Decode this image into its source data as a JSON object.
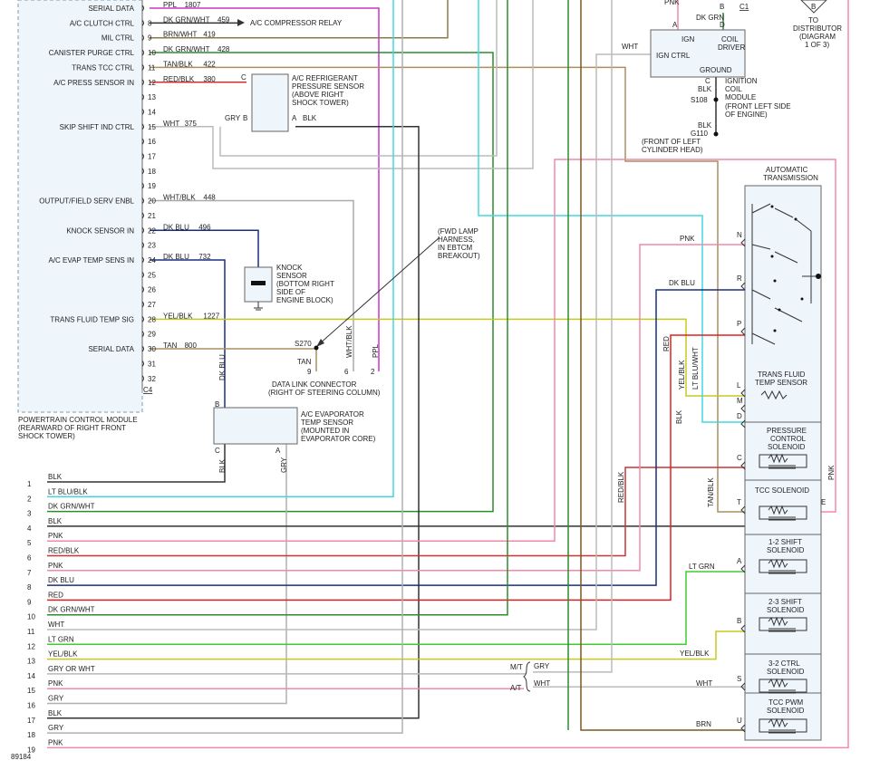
{
  "colors": {
    "PPL": "#cc33cc",
    "DK GRN/WHT": "#2e8b2e",
    "BRN/WHT": "#8b7a4a",
    "DK GRN": "#2e8b2e",
    "TAN/BLK": "#a89060",
    "RED/BLK": "#cc3333",
    "WHT": "#bbbbbb",
    "WHT/BLK": "#aaaaaa",
    "DK BLU": "#1a2e80",
    "YEL/BLK": "#c8c820",
    "TAN": "#a89060",
    "BLK": "#333333",
    "LT BLU/BLK": "#40d8e0",
    "PNK": "#f08aa8",
    "RED": "#e02020",
    "LT GRN": "#40cc30",
    "GRY": "#b0b0b0",
    "GRY OR WHT": "#b8b8b8",
    "BRN": "#7a5a20",
    "box": "#eef5fb",
    "boxStroke": "#666666",
    "dash": "#7a9cb8",
    "text": "#222222"
  },
  "pcm": {
    "pins": [
      {
        "n": "",
        "func": "SERIAL DATA",
        "wire": "PPL",
        "circ": "1807"
      },
      {
        "n": "8",
        "func": "A/C CLUTCH CTRL",
        "wire": "DK GRN/WHT",
        "circ": "459"
      },
      {
        "n": "9",
        "func": "MIL CTRL",
        "wire": "BRN/WHT",
        "circ": "419"
      },
      {
        "n": "10",
        "func": "CANISTER PURGE CTRL",
        "wire": "DK GRN/WHT",
        "circ": "428"
      },
      {
        "n": "11",
        "func": "TRANS TCC CTRL",
        "wire": "TAN/BLK",
        "circ": "422"
      },
      {
        "n": "12",
        "func": "A/C PRESS SENSOR IN",
        "wire": "RED/BLK",
        "circ": "380"
      },
      {
        "n": "13",
        "func": "",
        "wire": "",
        "circ": ""
      },
      {
        "n": "14",
        "func": "",
        "wire": "",
        "circ": ""
      },
      {
        "n": "15",
        "func": "SKIP SHIFT IND CTRL",
        "wire": "WHT",
        "circ": "375"
      },
      {
        "n": "16",
        "func": "",
        "wire": "",
        "circ": ""
      },
      {
        "n": "17",
        "func": "",
        "wire": "",
        "circ": ""
      },
      {
        "n": "18",
        "func": "",
        "wire": "",
        "circ": ""
      },
      {
        "n": "19",
        "func": "",
        "wire": "",
        "circ": ""
      },
      {
        "n": "20",
        "func": "OUTPUT/FIELD SERV ENBL",
        "wire": "WHT/BLK",
        "circ": "448"
      },
      {
        "n": "21",
        "func": "",
        "wire": "",
        "circ": ""
      },
      {
        "n": "22",
        "func": "KNOCK SENSOR IN",
        "wire": "DK BLU",
        "circ": "496"
      },
      {
        "n": "23",
        "func": "",
        "wire": "",
        "circ": ""
      },
      {
        "n": "24",
        "func": "A/C EVAP TEMP SENS IN",
        "wire": "DK BLU",
        "circ": "732"
      },
      {
        "n": "25",
        "func": "",
        "wire": "",
        "circ": ""
      },
      {
        "n": "26",
        "func": "",
        "wire": "",
        "circ": ""
      },
      {
        "n": "27",
        "func": "",
        "wire": "",
        "circ": ""
      },
      {
        "n": "28",
        "func": "TRANS FLUID TEMP SIG",
        "wire": "YEL/BLK",
        "circ": "1227"
      },
      {
        "n": "29",
        "func": "",
        "wire": "",
        "circ": ""
      },
      {
        "n": "30",
        "func": "SERIAL DATA",
        "wire": "TAN",
        "circ": "800"
      },
      {
        "n": "31",
        "func": "",
        "wire": "",
        "circ": ""
      },
      {
        "n": "32",
        "func": "",
        "wire": "",
        "circ": ""
      }
    ],
    "connector": "C4",
    "name": [
      "POWERTRAIN CONTROL MODULE",
      "(REARWARD OF RIGHT FRONT",
      "SHOCK TOWER)"
    ]
  },
  "labels": {
    "ac_relay": "A/C COMPRESSOR RELAY",
    "ac_ref_sensor": [
      "A/C REFRIGERANT",
      "PRESSURE SENSOR",
      "(ABOVE RIGHT",
      "SHOCK TOWER)"
    ],
    "knock_sensor": [
      "KNOCK",
      "SENSOR",
      "(BOTTOM RIGHT",
      "SIDE OF",
      "ENGINE BLOCK)"
    ],
    "fwd_lamp": [
      "(FWD LAMP",
      "HARNESS,",
      "IN EBTCM",
      "BREAKOUT)"
    ],
    "splice_s270": "S270",
    "dlc": [
      "DATA LINK CONNECTOR",
      "(RIGHT OF STEERING COLUMN)"
    ],
    "evap_sensor": [
      "A/C EVAPORATOR",
      "TEMP SENSOR",
      "(MOUNTED IN",
      "EVAPORATOR CORE)"
    ],
    "ign_module": [
      "IGNITION",
      "COIL",
      "MODULE",
      "(FRONT LEFT SIDE",
      "OF ENGINE)"
    ],
    "ign_box": {
      "ign": "IGN",
      "coil": "COIL",
      "driver": "DRIVER",
      "ctrl": "IGN CTRL",
      "ground": "GROUND"
    },
    "splice_s108": "S108",
    "g110": [
      "G110",
      "(FRONT OF LEFT",
      "CYLINDER HEAD)"
    ],
    "distributor": [
      "TO",
      "DISTRIBUTOR",
      "(DIAGRAM",
      "1 OF 3)"
    ],
    "c1": "C1",
    "auto_trans": [
      "AUTOMATIC",
      "TRANSMISSION"
    ],
    "tft_sensor": [
      "TRANS FLUID",
      "TEMP SENSOR"
    ],
    "pc_sol": [
      "PRESSURE",
      "CONTROL",
      "SOLENOID"
    ],
    "tcc_sol": [
      "TCC SOLENOID"
    ],
    "shift12": [
      "1-2 SHIFT",
      "SOLENOID"
    ],
    "shift23": [
      "2-3 SHIFT",
      "SOLENOID"
    ],
    "ctrl32": [
      "3-2 CTRL",
      "SOLENOID"
    ],
    "tccpwm": [
      "TCC PWM",
      "SOLENOID"
    ],
    "mt": "M/T",
    "at": "A/T",
    "figure_no": "89184"
  },
  "pins_letters": {
    "B": "B",
    "C": "C",
    "A": "A",
    "N": "N",
    "R": "R",
    "P": "P",
    "L": "L",
    "M": "M",
    "D": "D",
    "T": "T",
    "E": "E",
    "S": "S",
    "U": "U",
    "9": "9",
    "6": "6",
    "2": "2"
  },
  "bottom_wires": [
    {
      "n": "1",
      "wire": "BLK"
    },
    {
      "n": "2",
      "wire": "LT BLU/BLK"
    },
    {
      "n": "3",
      "wire": "DK GRN/WHT"
    },
    {
      "n": "4",
      "wire": "BLK"
    },
    {
      "n": "5",
      "wire": "PNK"
    },
    {
      "n": "6",
      "wire": "RED/BLK"
    },
    {
      "n": "7",
      "wire": "PNK"
    },
    {
      "n": "8",
      "wire": "DK BLU"
    },
    {
      "n": "9",
      "wire": "RED"
    },
    {
      "n": "10",
      "wire": "DK GRN/WHT"
    },
    {
      "n": "11",
      "wire": "WHT"
    },
    {
      "n": "12",
      "wire": "LT GRN"
    },
    {
      "n": "13",
      "wire": "YEL/BLK"
    },
    {
      "n": "14",
      "wire": "GRY OR WHT"
    },
    {
      "n": "15",
      "wire": "PNK"
    },
    {
      "n": "16",
      "wire": "GRY"
    },
    {
      "n": "17",
      "wire": "BLK"
    },
    {
      "n": "18",
      "wire": "GRY"
    },
    {
      "n": "19",
      "wire": "PNK"
    }
  ],
  "wire_tags": {
    "blk": "BLK",
    "gry": "GRY",
    "pnk": "PNK",
    "dkgrn": "DK GRN",
    "dkblu": "DK BLU",
    "red": "RED",
    "redblk": "RED/BLK",
    "yelblk": "YEL/BLK",
    "ltblublk": "LT BLU/WHT",
    "tanblk": "TAN/BLK",
    "ltgrn": "LT GRN",
    "wht": "WHT",
    "brn": "BRN",
    "tan": "TAN",
    "whtblk": "WHT/BLK",
    "ppl": "PPL"
  }
}
